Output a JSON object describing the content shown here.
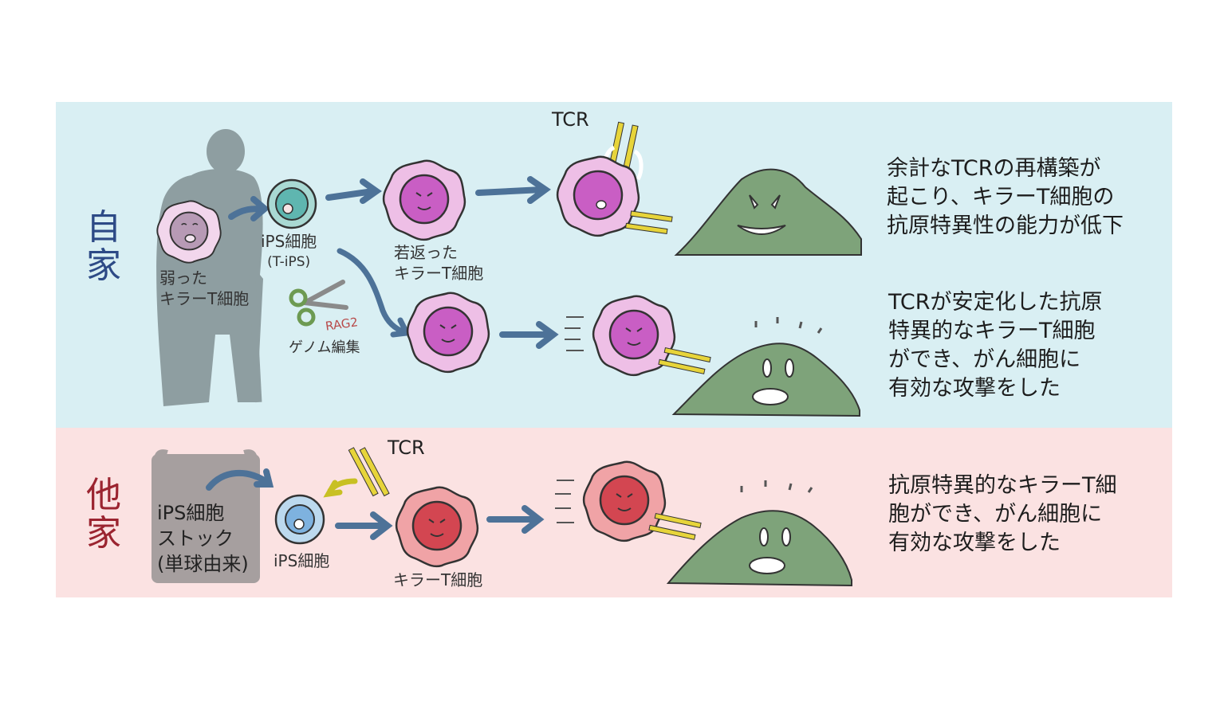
{
  "panels": {
    "autologous": {
      "side_label_line1": "自",
      "side_label_line2": "家",
      "weak_cell_caption_line1": "弱った",
      "weak_cell_caption_line2": "キラーT細胞",
      "ips_caption_line1": "iPS細胞",
      "ips_caption_line2": "(T-iPS)",
      "rejuvenated_caption_line1": "若返った",
      "rejuvenated_caption_line2": "キラーT細胞",
      "genome_edit_caption": "ゲノム編集",
      "gene_label": "RAG2",
      "tcr_label": "TCR",
      "outcome_top": [
        "余計なTCRの再構築が",
        "起こり、キラーT細胞の",
        "抗原特異性の能力が低下"
      ],
      "outcome_bottom": [
        "TCRが安定化した抗原",
        "特異的なキラーT細胞",
        "ができ、がん細胞に",
        "有効な攻撃をした"
      ]
    },
    "allogeneic": {
      "side_label_line1": "他",
      "side_label_line2": "家",
      "stock_caption": [
        "iPS細胞",
        "ストック",
        "(単球由来)"
      ],
      "ips_caption": "iPS細胞",
      "tcr_label": "TCR",
      "killer_caption": "キラーT細胞",
      "outcome": [
        "抗原特異的なキラーT細",
        "胞ができ、がん細胞に",
        "有効な攻撃をした"
      ]
    }
  },
  "colors": {
    "auto_bg": "#d9eff3",
    "allo_bg": "#fbe2e2",
    "auto_label": "#2d4a86",
    "allo_label": "#9b2430",
    "arrow": "#4d7298",
    "tcr": "#e7d43a",
    "cancer": "#7ea37a"
  }
}
